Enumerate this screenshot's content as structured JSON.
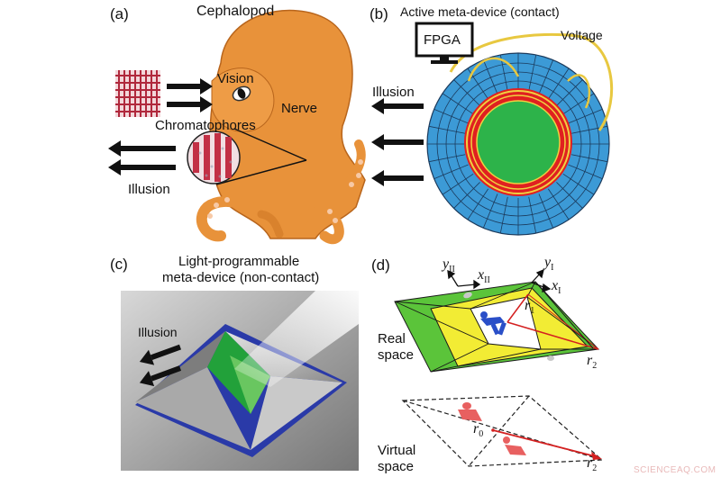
{
  "panels": {
    "a": {
      "label": "(a)",
      "title": "Cephalopod",
      "vision": "Vision",
      "nerve": "Nerve",
      "chromatophores": "Chromatophores",
      "illusion": "Illusion"
    },
    "b": {
      "label": "(b)",
      "title": "Active meta-device (contact)",
      "fpga": "FPGA",
      "voltage": "Voltage",
      "illusion": "Illusion"
    },
    "c": {
      "label": "(c)",
      "title_line1": "Light-programmable",
      "title_line2": "meta-device (non-contact)",
      "illusion": "Illusion"
    },
    "d": {
      "label": "(d)",
      "real_line1": "Real",
      "real_line2": "space",
      "virtual_line1": "Virtual",
      "virtual_line2": "space",
      "yII": "y",
      "yII_sub": "II",
      "xII": "x",
      "xII_sub": "II",
      "yI": "y",
      "yI_sub": "I",
      "xI": "x",
      "xI_sub": "I",
      "r1": "r",
      "r1_sub": "1",
      "r2": "r",
      "r2_sub": "2",
      "r0": "r",
      "r0_sub": "0",
      "r2v": "r",
      "r2v_sub": "2"
    }
  },
  "watermark": "SCIENCEAQ.COM",
  "colors": {
    "octopus": "#e8923a",
    "outer_ring": "#3c9ad6",
    "red_ring": "#e02020",
    "core": "#2db34a",
    "wire": "#e8c840",
    "meta_green": "#5bc43a",
    "meta_yellow": "#f2ec34",
    "device_blue": "#2a3aa8"
  }
}
